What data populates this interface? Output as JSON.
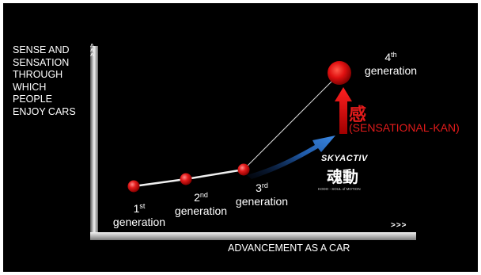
{
  "y_axis_label": "SENSE AND\nSENSATION\nTHROUGH\nWHICH\nPEOPLE\nENJOY CARS",
  "x_axis_label": "ADVANCEMENT AS A CAR",
  "x_axis_arrows": ">>>",
  "y_axis_arrows": "^\n^\n^",
  "generations": [
    {
      "num": "1",
      "suffix": "st",
      "word": "generation"
    },
    {
      "num": "2",
      "suffix": "nd",
      "word": "generation"
    },
    {
      "num": "3",
      "suffix": "rd",
      "word": "generation"
    },
    {
      "num": "4",
      "suffix": "th",
      "word": "generation"
    }
  ],
  "kan_character": "感",
  "kan_label": "(SENSATIONAL-KAN)",
  "skyactiv": "SKYACTIV",
  "kodo_characters": "魂動",
  "kodo_subtitle": "KODO - SOUL of MOTION",
  "colors": {
    "background": "#000000",
    "ball": "#e31b1b",
    "kan_arrow": "#e31b1b",
    "skyactiv_arrow": "#2a6fc9",
    "text": "#ffffff"
  }
}
